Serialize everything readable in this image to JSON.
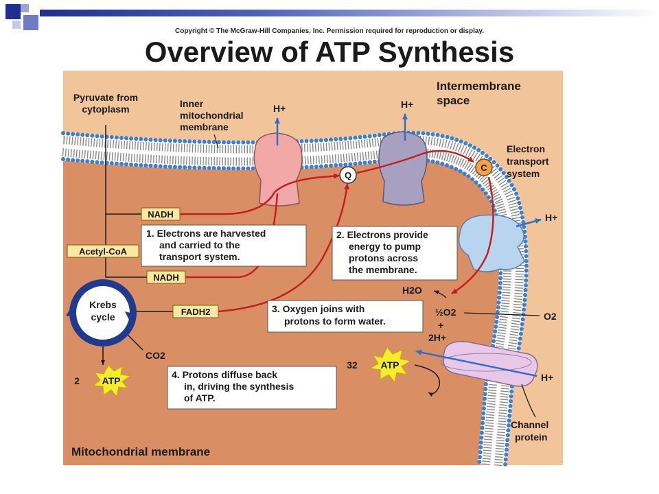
{
  "copyright": "Copyright © The McGraw-Hill Companies, Inc. Permission required for reproduction or display.",
  "title": "Overview of ATP Synthesis",
  "labels": {
    "pyruvate": [
      "Pyruvate from",
      "cytoplasm"
    ],
    "inner_membrane": [
      "Inner",
      "mitochondrial",
      "membrane"
    ],
    "intermembrane": [
      "Intermembrane",
      "space"
    ],
    "ets": [
      "Electron",
      "transport",
      "system"
    ],
    "h_plus": "H+",
    "q": "Q",
    "c": "C",
    "nadh": "NADH",
    "acetyl_coa": "Acetyl-CoA",
    "fadh2": "FADH2",
    "krebs": [
      "Krebs",
      "cycle"
    ],
    "co2": "CO2",
    "atp": "ATP",
    "atp_count_small": "2",
    "atp_count_large": "32",
    "h2o": "H2O",
    "half_o2": "½O2",
    "plus": "+",
    "two_h": "2H+",
    "o2": "O2",
    "channel": [
      "Channel",
      "protein"
    ],
    "mito_membrane": "Mitochondrial membrane"
  },
  "steps": {
    "s1": [
      "1. Electrons are harvested",
      "and carried to the",
      "transport system."
    ],
    "s2": [
      "2. Electrons provide",
      "energy to pump",
      "protons across",
      "the membrane."
    ],
    "s3": [
      "3. Oxygen joins with",
      "protons to form water."
    ],
    "s4": [
      "4. Protons diffuse back",
      "in, driving the synthesis",
      "of ATP."
    ]
  },
  "colors": {
    "background": "#f2c49a",
    "matrix": "#d98f63",
    "arrow_red": "#c41e1e",
    "arrow_blue": "#2f6fc4",
    "protein1": "#f3a8a8",
    "protein2": "#a8a0c0",
    "protein3": "#b8d4ee",
    "channel": "#e8c8e8",
    "krebs": "#1f3a8f",
    "atp_star": "#f4ee2a"
  }
}
